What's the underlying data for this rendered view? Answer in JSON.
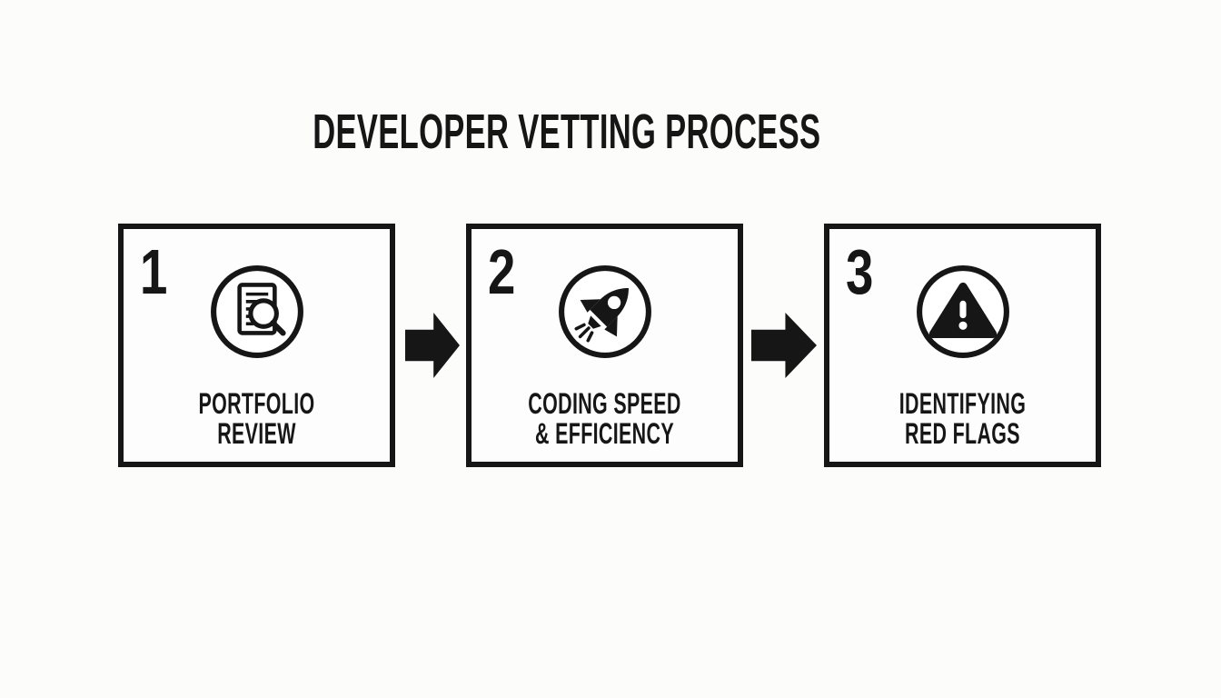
{
  "title": "DEVELOPER VETTING PROCESS",
  "steps": [
    {
      "number": "1",
      "label": "PORTFOLIO REVIEW",
      "icon": "document-search-icon"
    },
    {
      "number": "2",
      "label": "CODING SPEED\n& EFFICIENCY",
      "icon": "rocket-icon"
    },
    {
      "number": "3",
      "label": "IDENTIFYING\nRED FLAGS",
      "icon": "warning-icon"
    }
  ],
  "arrows": {
    "icon": "arrow-right-icon",
    "count": 2
  },
  "colors": {
    "ink": "#161616",
    "background": "#fcfcfb",
    "box_background": "#fdfdfd"
  }
}
